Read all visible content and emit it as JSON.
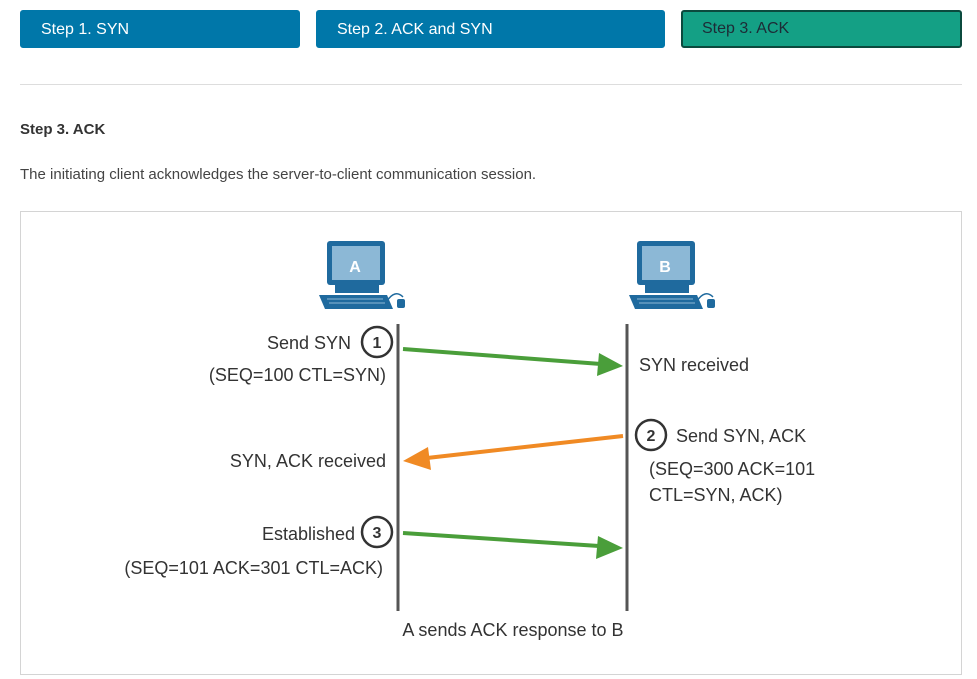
{
  "tabs": [
    {
      "label": "Step 1. SYN",
      "active": false
    },
    {
      "label": "Step 2. ACK and SYN",
      "active": false
    },
    {
      "label": "Step 3. ACK",
      "active": true
    }
  ],
  "section": {
    "title": "Step 3. ACK",
    "description": "The initiating client acknowledges the server-to-client communication session."
  },
  "diagram": {
    "host_a": "A",
    "host_b": "B",
    "step1": {
      "number": "1",
      "label": "Send SYN",
      "detail": "(SEQ=100 CTL=SYN)"
    },
    "syn_received": "SYN received",
    "step2": {
      "number": "2",
      "label": "Send SYN, ACK",
      "detail_line1": "(SEQ=300 ACK=101",
      "detail_line2": "CTL=SYN, ACK)"
    },
    "syn_ack_received": "SYN, ACK received",
    "step3": {
      "number": "3",
      "label": "Established",
      "detail": "(SEQ=101 ACK=301 CTL=ACK)"
    },
    "caption": "A sends ACK response to B"
  },
  "colors": {
    "tab_blue": "#0077a9",
    "tab_active": "#14a085",
    "arrow_green": "#4a9e3a",
    "arrow_orange": "#f08a24",
    "computer_blue": "#1f6a9e",
    "timeline": "#555555"
  },
  "icons": [
    "computer-icon",
    "arrow-right-icon",
    "arrow-left-icon"
  ]
}
